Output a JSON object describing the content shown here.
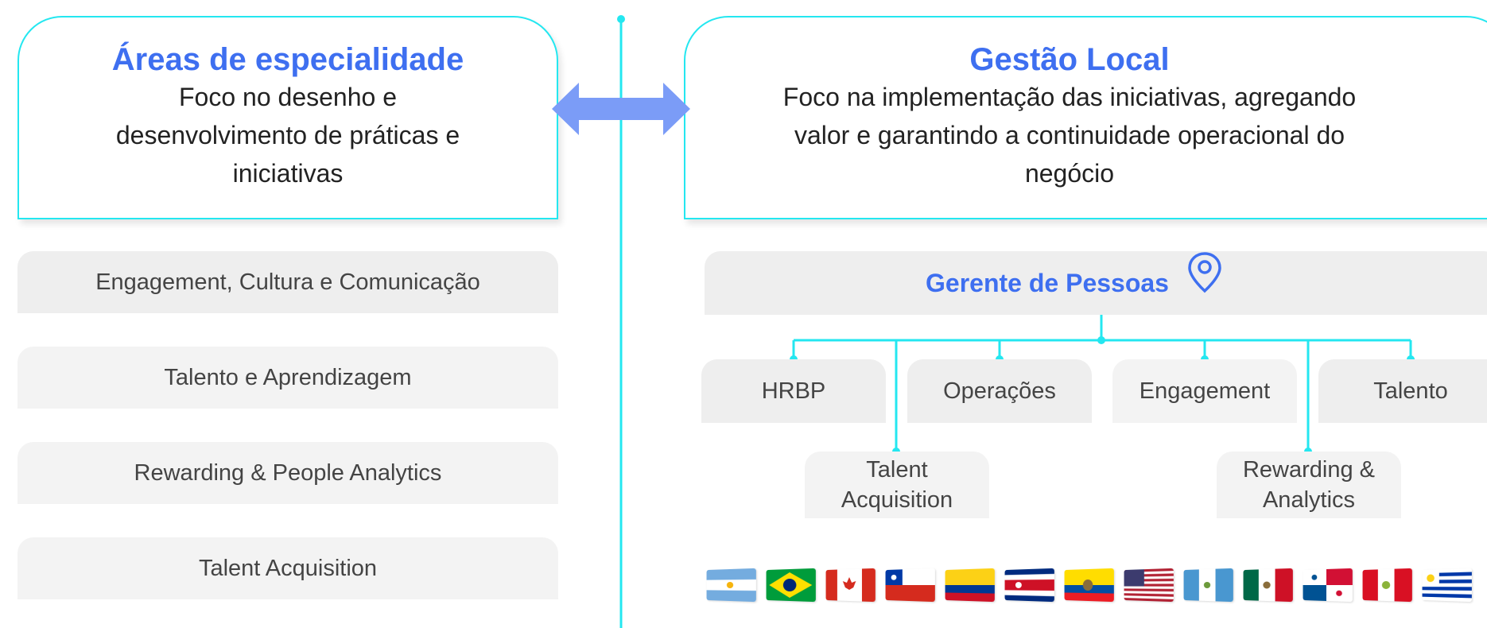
{
  "left": {
    "title": "Áreas de especialidade",
    "desc": [
      "Foco no desenho e",
      "desenvolvimento de práticas e",
      "iniciativas"
    ],
    "items": [
      "Engagement, Cultura e Comunicação",
      "Talento e Aprendizagem",
      "Rewarding & People Analytics",
      "Talent Acquisition"
    ]
  },
  "right": {
    "title": "Gestão Local",
    "desc": [
      "Foco na implementação das iniciativas, agregando",
      "valor e garantindo a continuidade operacional do",
      "negócio"
    ],
    "manager": "Gerente de Pessoas",
    "roles_top": [
      "HRBP",
      "Operações",
      "Engagement",
      "Talento"
    ],
    "roles_bottom": [
      [
        "Talent",
        "Acquisition"
      ],
      [
        "Rewarding &",
        "Analytics"
      ]
    ]
  },
  "flags": [
    "argentina",
    "brazil",
    "canada",
    "chile",
    "colombia",
    "costa-rica",
    "ecuador",
    "usa",
    "guatemala",
    "mexico",
    "panama",
    "peru",
    "uruguay"
  ],
  "colors": {
    "accent": "#3e6ff0",
    "cyan": "#24e7f0",
    "arrow": "#7b9cf7",
    "pill": "#eeeeee"
  }
}
